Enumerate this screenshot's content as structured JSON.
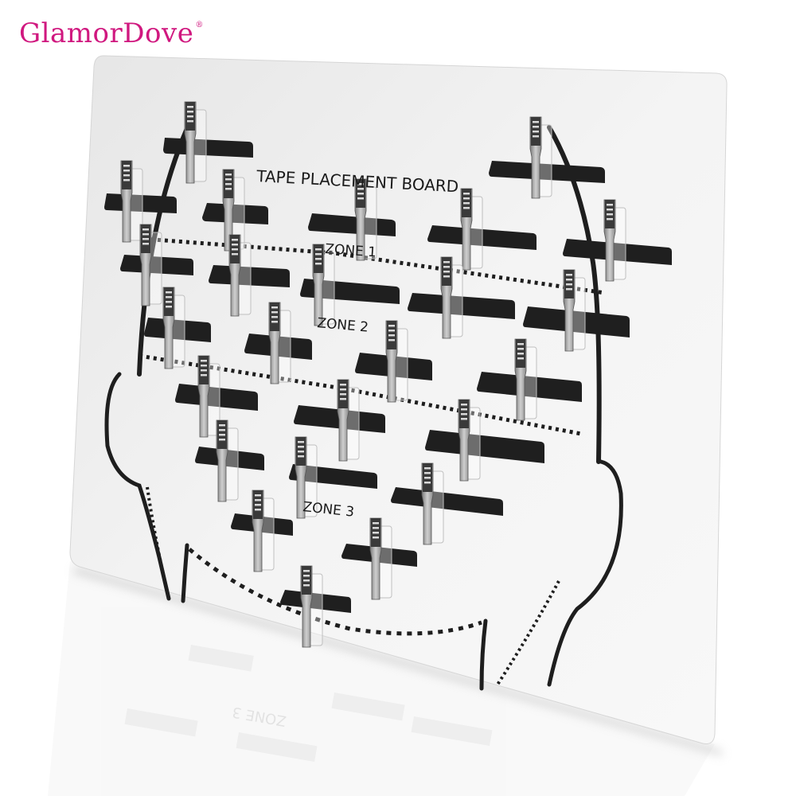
{
  "brand": {
    "name": "GlamorDove",
    "mark": "®",
    "color": "#d0187f"
  },
  "board": {
    "title": "TAPE PLACEMENT BOARD",
    "zones": [
      {
        "label": "ZONE 1"
      },
      {
        "label": "ZONE 2"
      },
      {
        "label": "ZONE 3"
      }
    ],
    "reflection_label": "ZONE 3",
    "colors": {
      "board": "#f2f2f2",
      "ink": "#1e1e1e",
      "clip": "#9a9a9a",
      "background": "#ffffff"
    },
    "tape_strip_count": 26,
    "clip_count": 26
  }
}
